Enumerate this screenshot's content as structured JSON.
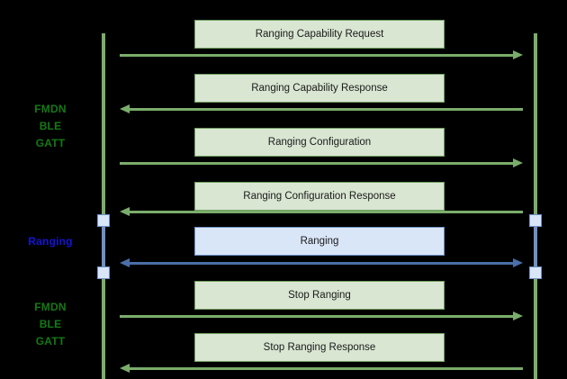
{
  "diagram": {
    "title_text": "",
    "colors": {
      "background": "#000000",
      "lifeline_green": "#7aad6b",
      "box_green_fill": "#d9e6d2",
      "box_green_border": "#6f9e5f",
      "box_blue_fill": "#d9e6f8",
      "box_blue_border": "#6e91c4",
      "arrow_green": "#7aad6b",
      "arrow_blue": "#4a6fa8",
      "label_green": "#137a13",
      "label_blue": "#1414d8",
      "box_text": "#1a1a1a"
    },
    "phase_labels": [
      {
        "id": "fmdn-top",
        "lines": "FMDN\nBLE\nGATT",
        "line1": "FMDN",
        "line2": "BLE",
        "line3": "GATT",
        "color": "green"
      },
      {
        "id": "ranging",
        "line1": "Ranging",
        "color": "blue"
      },
      {
        "id": "fmdn-bottom",
        "line1": "FMDN",
        "line2": "BLE",
        "line3": "GATT",
        "color": "green"
      }
    ],
    "messages": [
      {
        "label": "Ranging Capability Request",
        "style": "green",
        "direction": "right"
      },
      {
        "label": "Ranging Capability Response",
        "style": "green",
        "direction": "left"
      },
      {
        "label": "Ranging Configuration",
        "style": "green",
        "direction": "right"
      },
      {
        "label": "Ranging Configuration Response",
        "style": "green",
        "direction": "left"
      },
      {
        "label": "Ranging",
        "style": "blue",
        "direction": "both"
      },
      {
        "label": "Stop Ranging",
        "style": "green",
        "direction": "right"
      },
      {
        "label": "Stop Ranging Response",
        "style": "green",
        "direction": "left"
      }
    ]
  }
}
